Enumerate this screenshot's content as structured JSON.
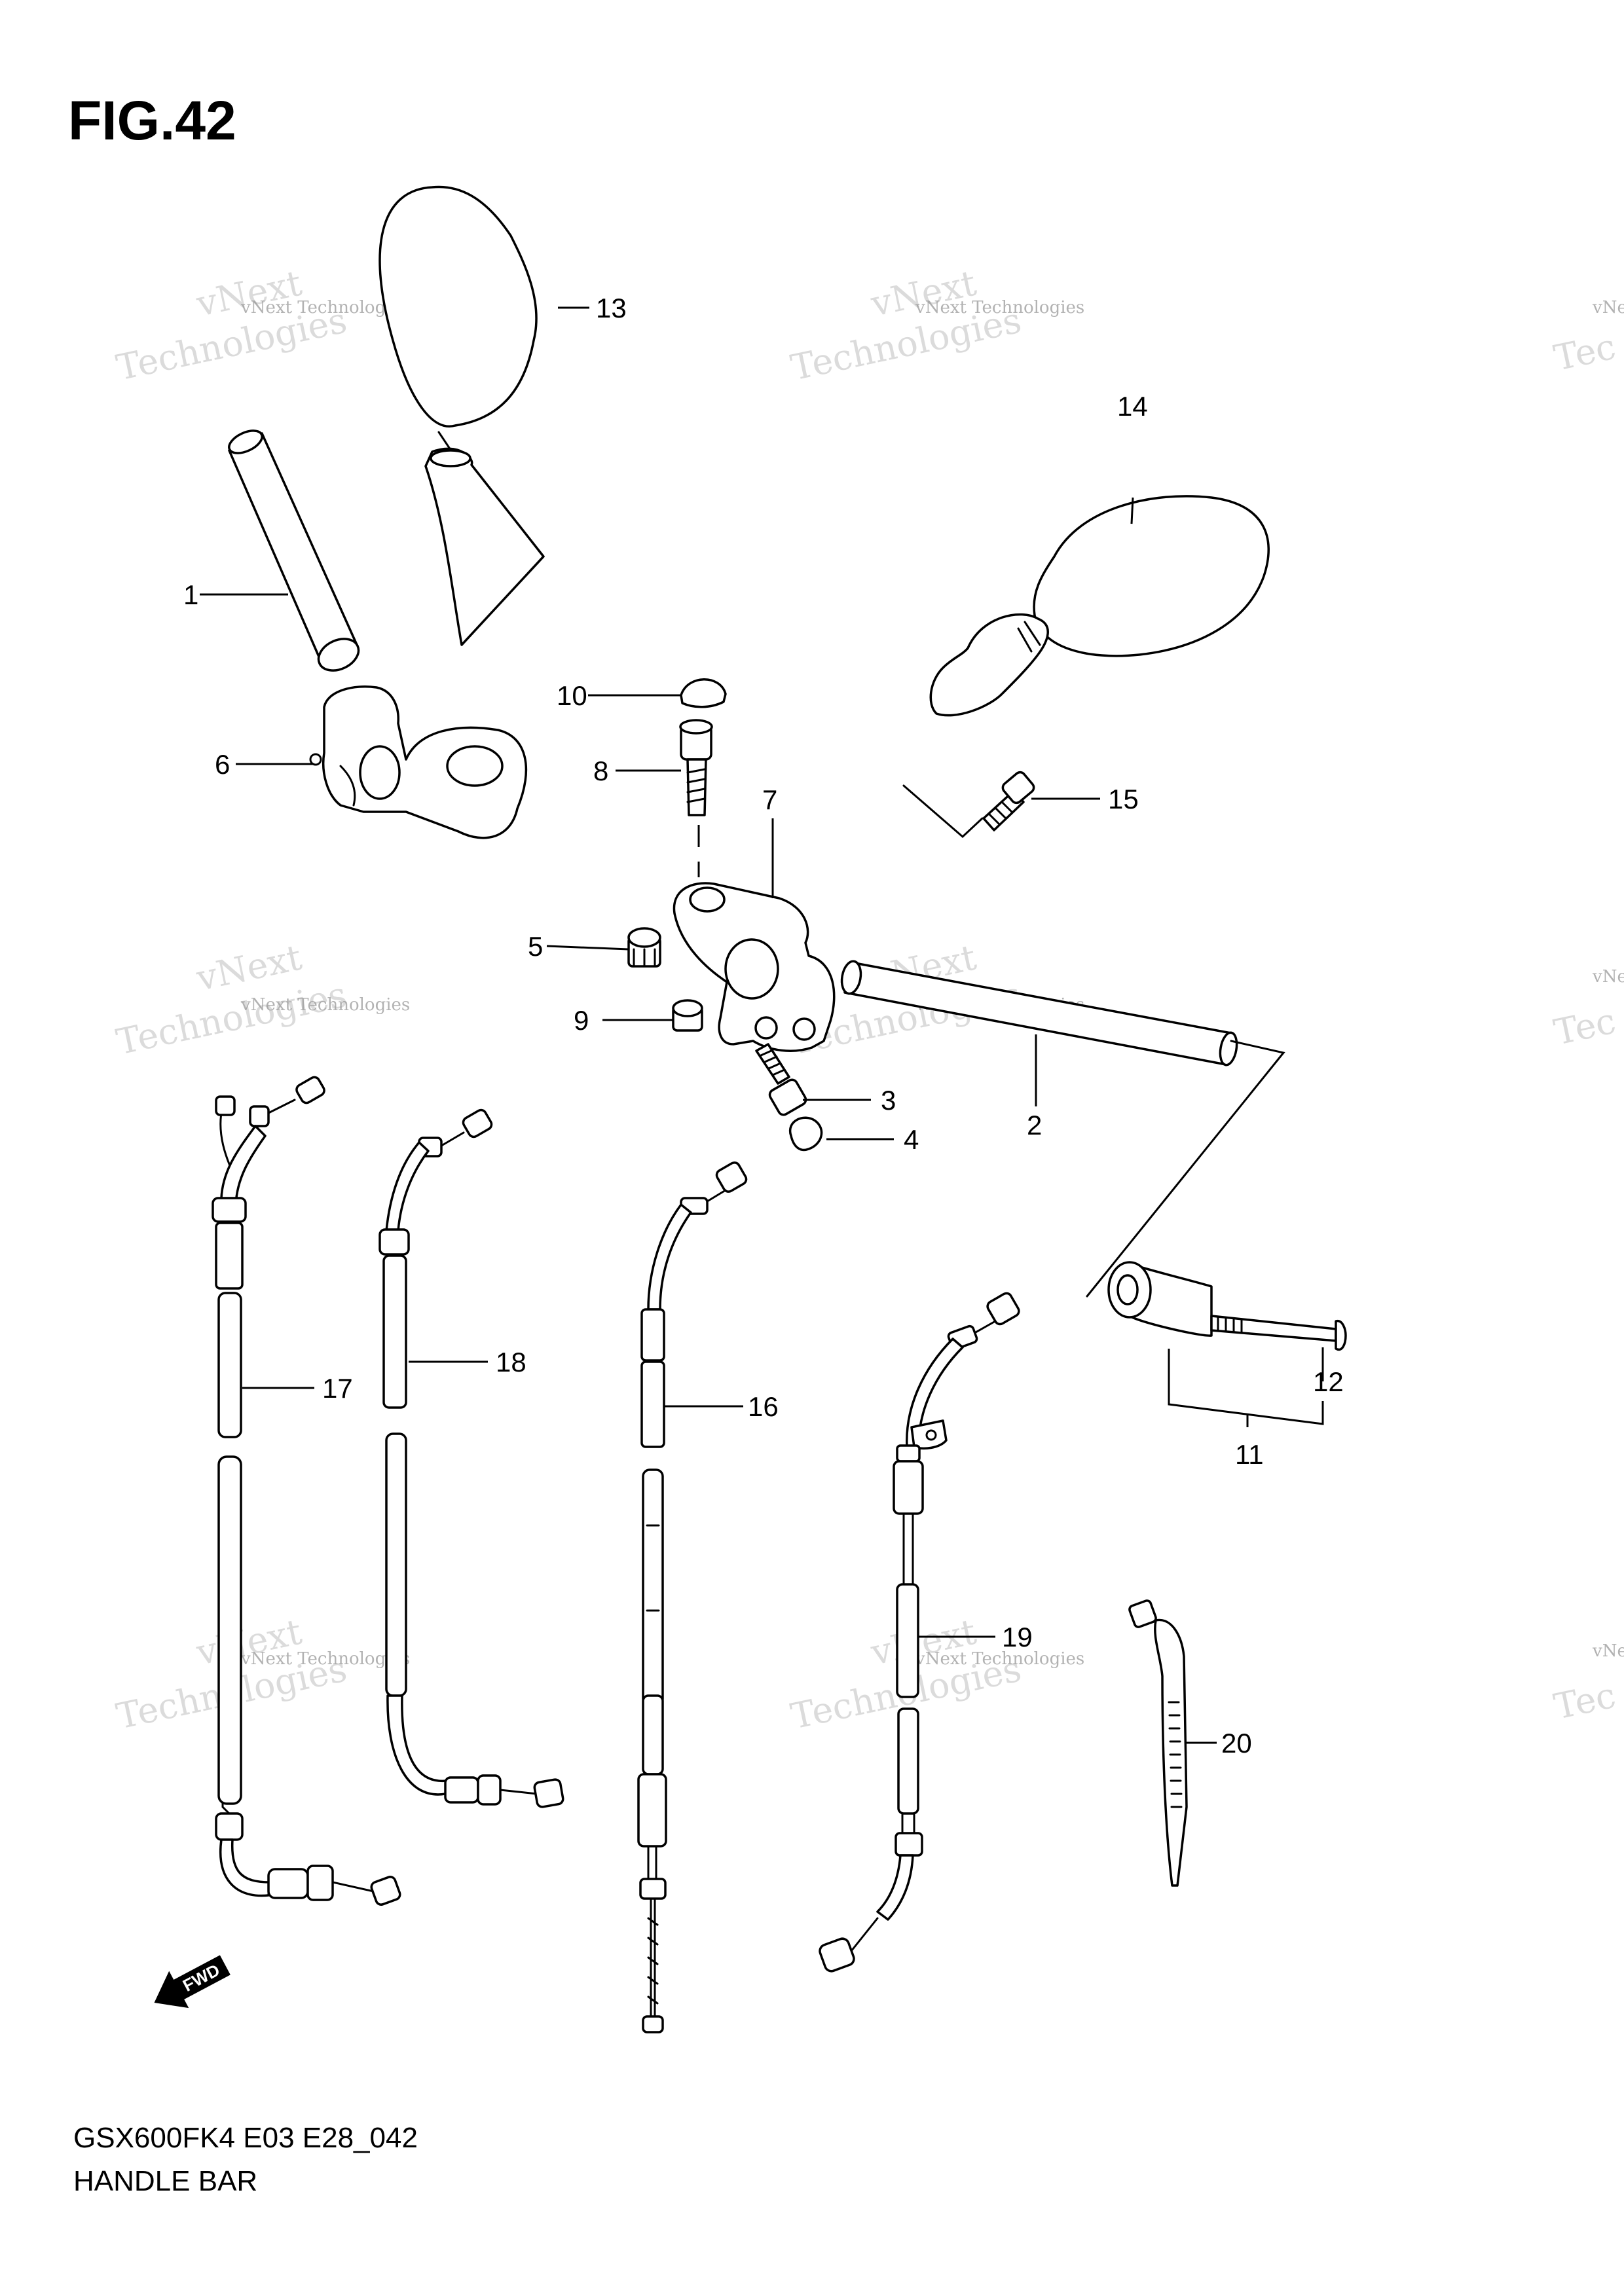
{
  "figure": {
    "title": "FIG.42",
    "model_code": "GSX600FK4 E03 E28_042",
    "section_name": "HANDLE BAR"
  },
  "watermark": {
    "line1": "vNext Technologies",
    "line2": "vNext",
    "line3": "Technologies",
    "edge": "vNe",
    "edge2": "Tec"
  },
  "callouts": [
    {
      "id": "1",
      "label": "1"
    },
    {
      "id": "2",
      "label": "2"
    },
    {
      "id": "3",
      "label": "3"
    },
    {
      "id": "4",
      "label": "4"
    },
    {
      "id": "5",
      "label": "5"
    },
    {
      "id": "6",
      "label": "6"
    },
    {
      "id": "7",
      "label": "7"
    },
    {
      "id": "8",
      "label": "8"
    },
    {
      "id": "9",
      "label": "9"
    },
    {
      "id": "10",
      "label": "10"
    },
    {
      "id": "11",
      "label": "11"
    },
    {
      "id": "12",
      "label": "12"
    },
    {
      "id": "13",
      "label": "13"
    },
    {
      "id": "14",
      "label": "14"
    },
    {
      "id": "15",
      "label": "15"
    },
    {
      "id": "16",
      "label": "16"
    },
    {
      "id": "17",
      "label": "17"
    },
    {
      "id": "18",
      "label": "18"
    },
    {
      "id": "19",
      "label": "19"
    },
    {
      "id": "20",
      "label": "20"
    }
  ],
  "direction_marker": {
    "label": "FWD",
    "icon": "fwd-arrow-icon"
  }
}
